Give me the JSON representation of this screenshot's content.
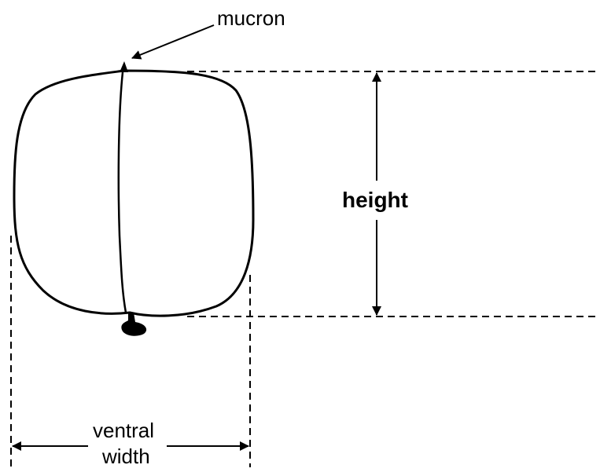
{
  "labels": {
    "mucron": "mucron",
    "height": "height",
    "ventral_line1": "ventral",
    "ventral_line2": "width"
  },
  "colors": {
    "ink": "#000000",
    "background": "#ffffff"
  }
}
